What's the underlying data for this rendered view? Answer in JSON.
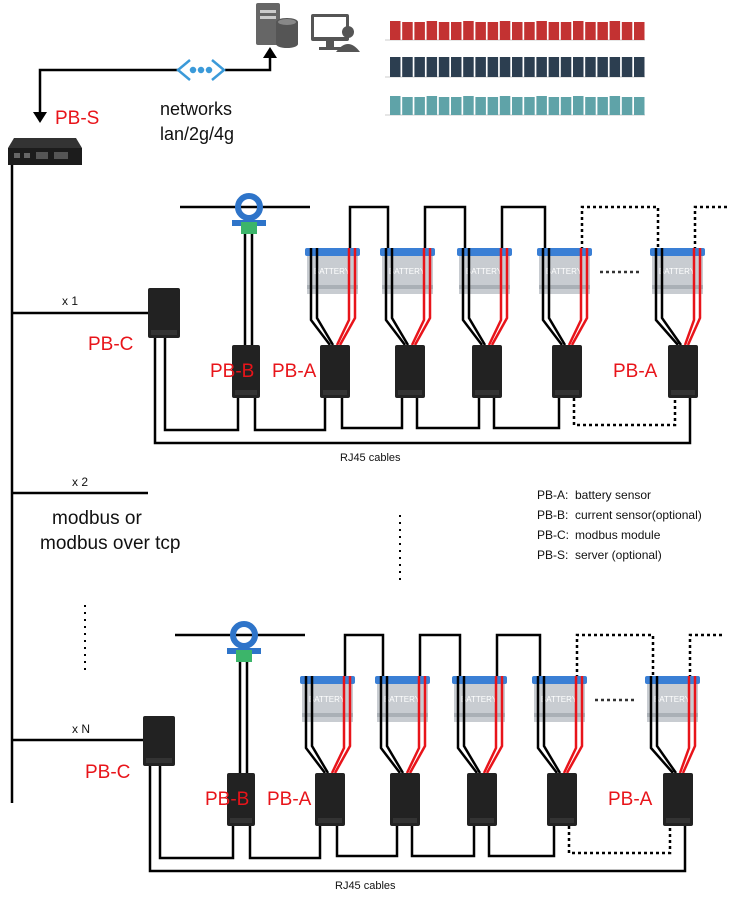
{
  "labels": {
    "pb_s": "PB-S",
    "pb_c": "PB-C",
    "pb_b": "PB-B",
    "pb_a": "PB-A",
    "battery": "BATTERY",
    "networks_line1": "networks",
    "networks_line2": "lan/2g/4g",
    "rj45": "RJ45 cables",
    "x1": "x 1",
    "x2": "x 2",
    "xN": "x N",
    "modbus_line1": "modbus or",
    "modbus_line2": "modbus over tcp"
  },
  "legend": [
    {
      "key": "PB-A:",
      "value": "battery sensor"
    },
    {
      "key": "PB-B:",
      "value": "current sensor(optional)"
    },
    {
      "key": "PB-C:",
      "value": "modbus module"
    },
    {
      "key": "PB-S:",
      "value": "server (optional)"
    }
  ],
  "icons": [
    "network-icon",
    "server-database-icon",
    "user-monitor-icon",
    "industrial-pc-icon",
    "current-sensor-icon",
    "battery-icon",
    "sensor-module-icon"
  ],
  "colors": {
    "label_red": "#e8141a",
    "chart1": "#c33232",
    "chart2": "#2c3e50",
    "chart3": "#5fa3a8",
    "battery_top": "#3a7fd5",
    "wire_red": "#e8141a"
  }
}
